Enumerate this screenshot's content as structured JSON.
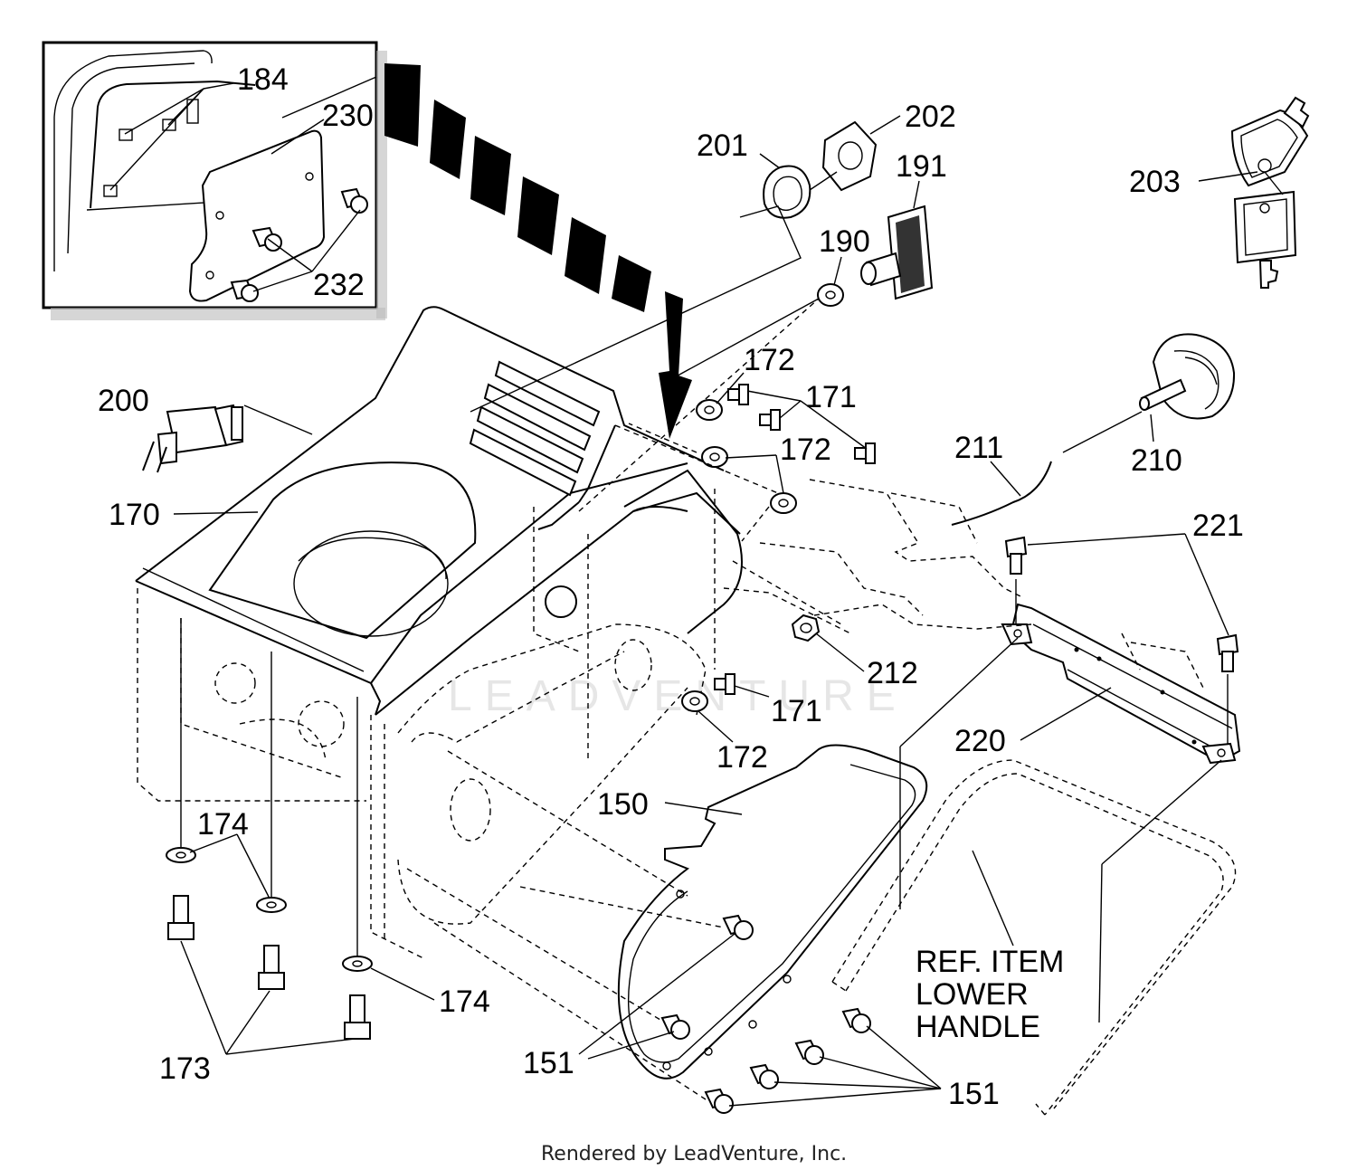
{
  "labels": {
    "l150": "150",
    "l151a": "151",
    "l151b": "151",
    "l170": "170",
    "l171a": "171",
    "l171b": "171",
    "l172a": "172",
    "l172b": "172",
    "l172c": "172",
    "l173": "173",
    "l174a": "174",
    "l174b": "174",
    "l184": "184",
    "l190": "190",
    "l191": "191",
    "l200": "200",
    "l201": "201",
    "l202": "202",
    "l203": "203",
    "l210": "210",
    "l211": "211",
    "l212": "212",
    "l220": "220",
    "l221": "221",
    "l230": "230",
    "l232": "232"
  },
  "reference_note": [
    "REF. ITEM",
    "LOWER",
    "HANDLE"
  ],
  "watermark": "LEADVENTURE",
  "footer": "Rendered by LeadVenture, Inc.",
  "colors": {
    "line": "#000000",
    "background": "#ffffff",
    "watermark": "#e6e6e6"
  }
}
